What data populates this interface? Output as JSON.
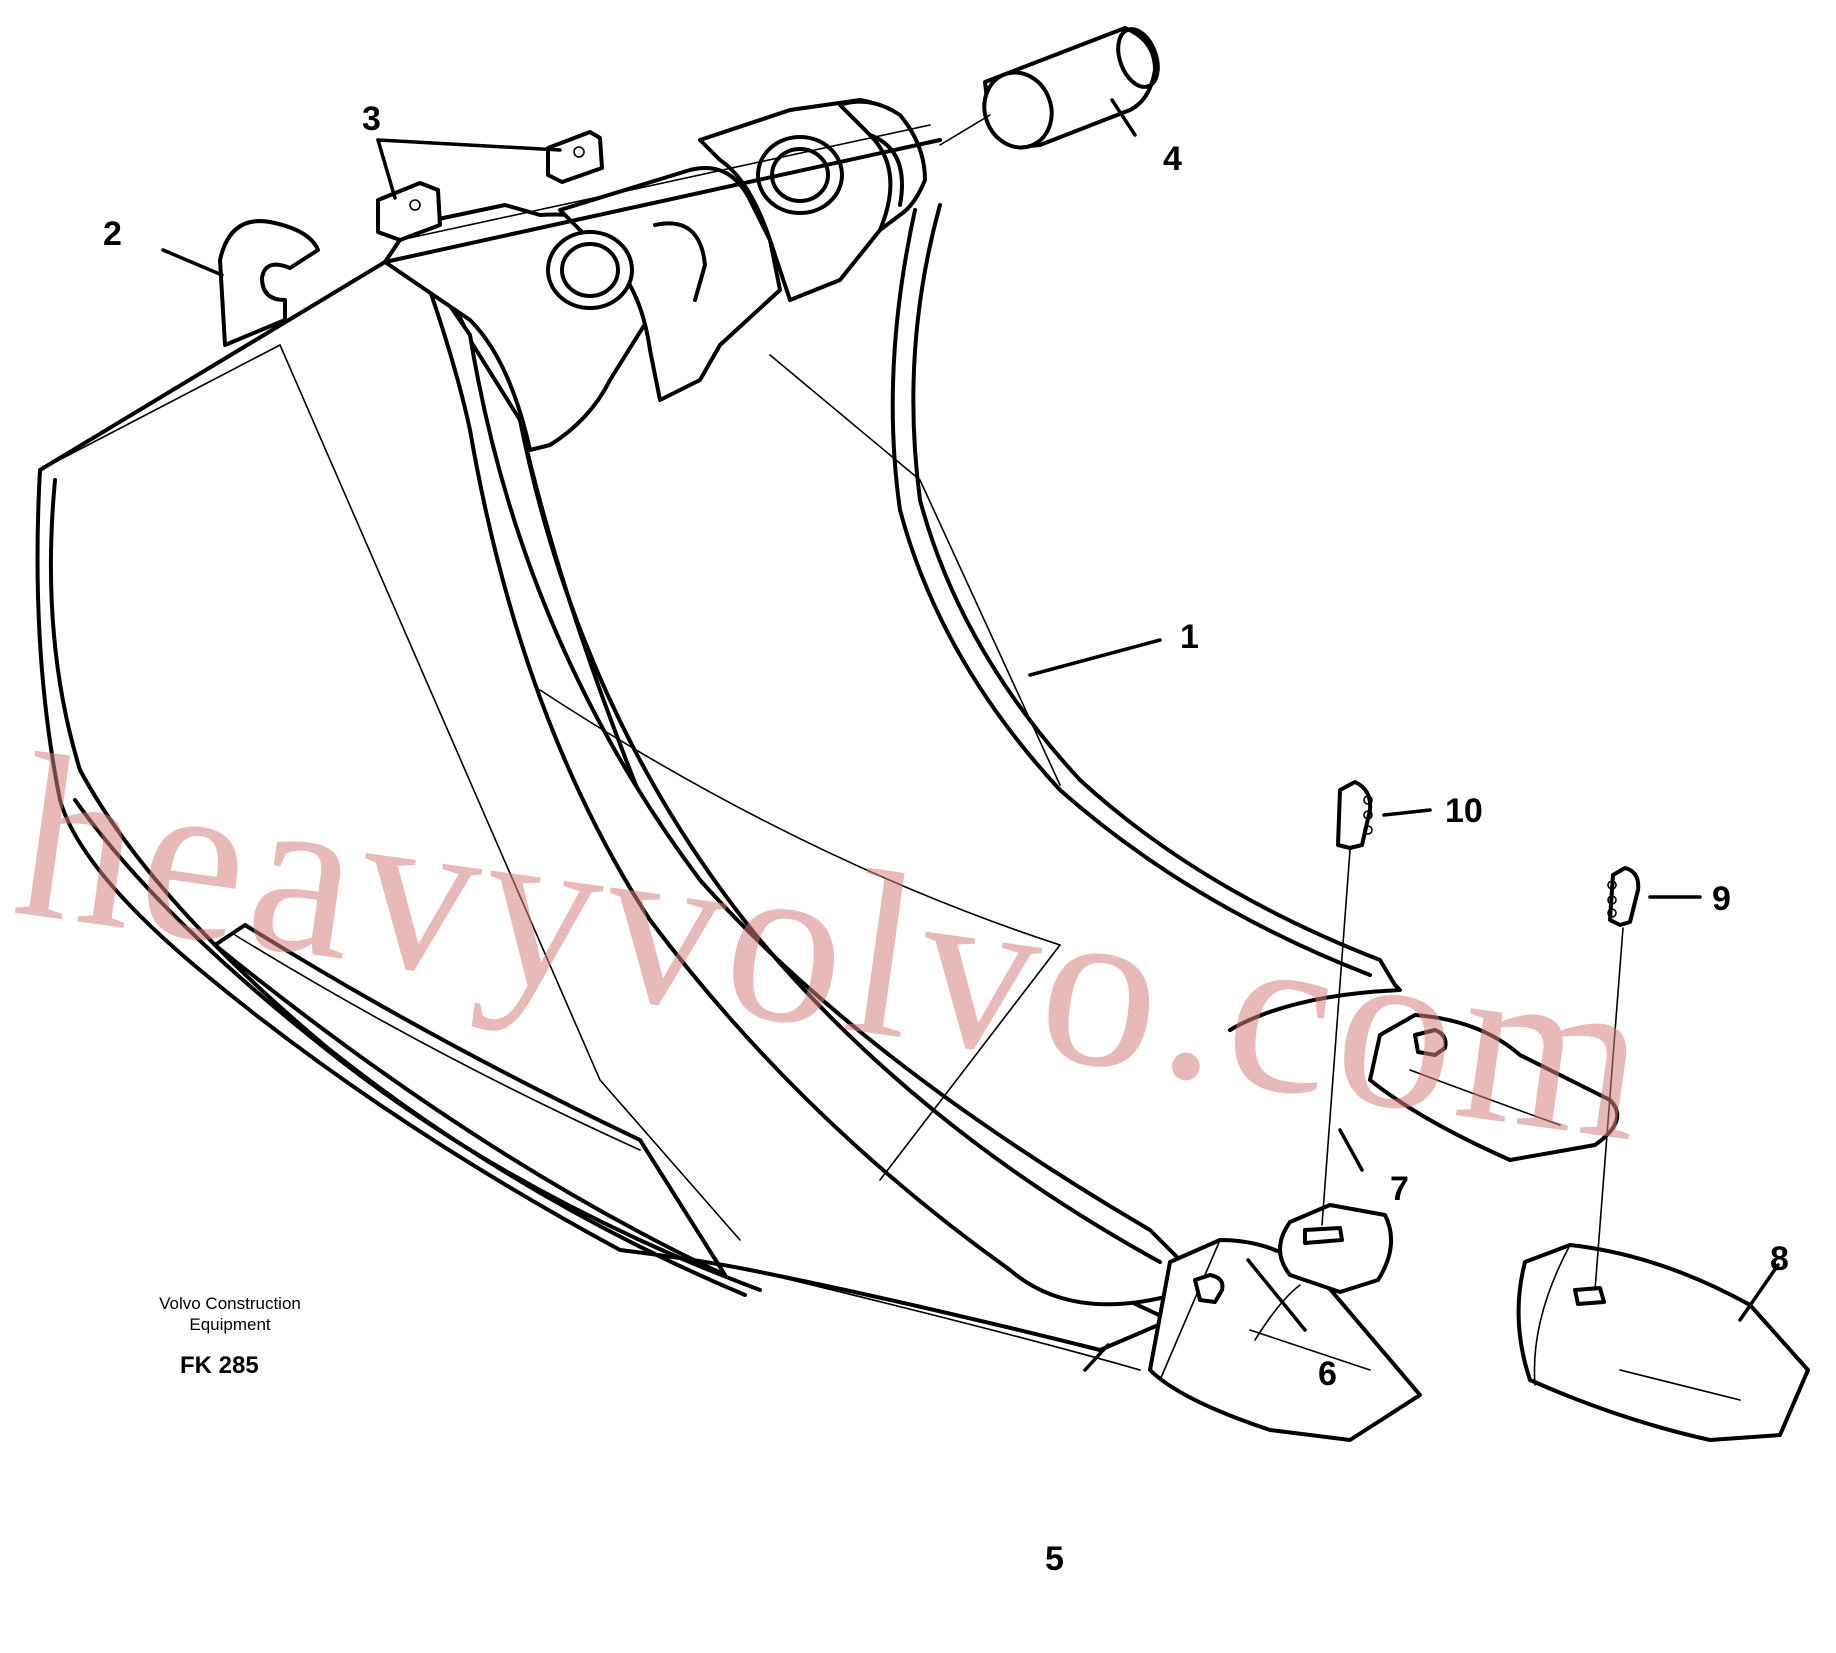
{
  "figure": {
    "manufacturer_line1": "Volvo Construction",
    "manufacturer_line2": "Equipment",
    "figure_code": "FK 285",
    "watermark": "heavyvolvo.com"
  },
  "callouts": [
    {
      "id": "1",
      "part": "bucket"
    },
    {
      "id": "2",
      "part": "lifting hook"
    },
    {
      "id": "3",
      "part": "bracket"
    },
    {
      "id": "4",
      "part": "bushing"
    },
    {
      "id": "5",
      "part": "tooth adapter"
    },
    {
      "id": "6",
      "part": "tooth adapter"
    },
    {
      "id": "7",
      "part": "tooth adapter"
    },
    {
      "id": "8",
      "part": "tooth"
    },
    {
      "id": "9",
      "part": "lock pin"
    },
    {
      "id": "10",
      "part": "lock pin"
    }
  ]
}
